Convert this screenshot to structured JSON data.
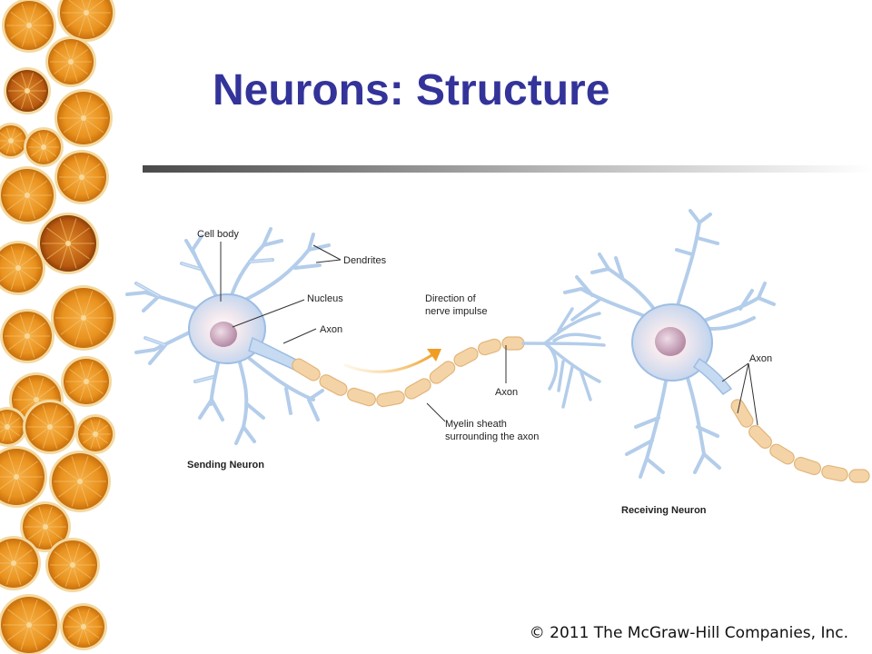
{
  "slide": {
    "title": "Neurons: Structure",
    "copyright": "© 2011 The McGraw-Hill Companies, Inc."
  },
  "diagram": {
    "labels": {
      "cell_body": "Cell body",
      "dendrites": "Dendrites",
      "nucleus": "Nucleus",
      "axon_sending": "Axon",
      "direction_line1": "Direction of",
      "direction_line2": "nerve impulse",
      "axon_middle": "Axon",
      "myelin_line1": "Myelin sheath",
      "myelin_line2": "surrounding the axon",
      "axon_receiving": "Axon",
      "sending_neuron": "Sending Neuron",
      "receiving_neuron": "Receiving Neuron"
    },
    "colors": {
      "neuron_fill": "#c9dcf2",
      "neuron_stroke": "#8fb0d8",
      "nucleus": "#c8a6bd",
      "myelin": "#f4d2a2",
      "impulse_arrow": "#f0a830",
      "orange": "#e8901c"
    }
  }
}
